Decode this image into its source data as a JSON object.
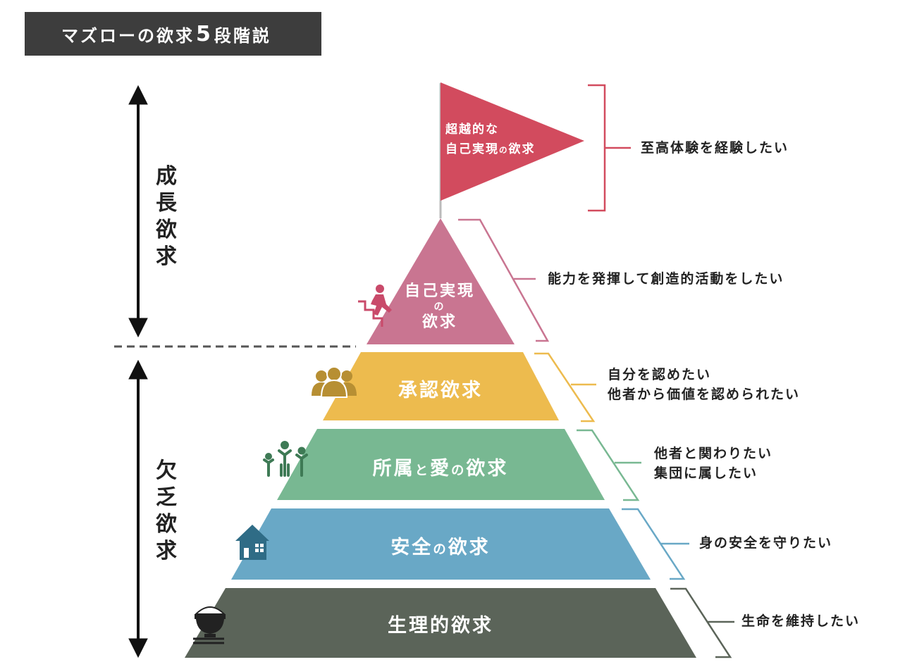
{
  "title": {
    "part1": "マズローの欲求",
    "number": "5",
    "part2": "段階説"
  },
  "axis": {
    "growth_label": "成長欲求",
    "deficiency_label": "欠乏欲求"
  },
  "tiers": [
    {
      "id": "transcendence",
      "label_line1": "超越的な",
      "label_line2a": "自己実現",
      "label_line2b": "の",
      "label_line2c": "欲求",
      "description": [
        "至高体験を経験したい"
      ],
      "color": "#d24b5e"
    },
    {
      "id": "self-actualization",
      "label_line1": "自己実現",
      "label_line2": "の",
      "label_line3": "欲求",
      "description": [
        "能力を発揮して創造的活動をしたい"
      ],
      "color": "#c97591"
    },
    {
      "id": "esteem",
      "label": "承認欲求",
      "description": [
        "自分を認めたい",
        "他者から価値を認められたい"
      ],
      "color": "#edbb4e"
    },
    {
      "id": "belonging",
      "label_a": "所属",
      "label_b": "と",
      "label_c": "愛",
      "label_d": "の",
      "label_e": "欲求",
      "description": [
        "他者と関わりたい",
        "集団に属したい"
      ],
      "color": "#78b892"
    },
    {
      "id": "safety",
      "label_a": "安全",
      "label_b": "の",
      "label_c": "欲求",
      "description": [
        "身の安全を守りたい"
      ],
      "color": "#69a8c6"
    },
    {
      "id": "physiological",
      "label": "生理的欲求",
      "description": [
        "生命を維持したい"
      ],
      "color": "#5b6459"
    }
  ],
  "icons": [
    "stairs-runner-icon",
    "group-people-icon",
    "family-raised-arms-icon",
    "house-icon",
    "rice-bowl-icon"
  ]
}
